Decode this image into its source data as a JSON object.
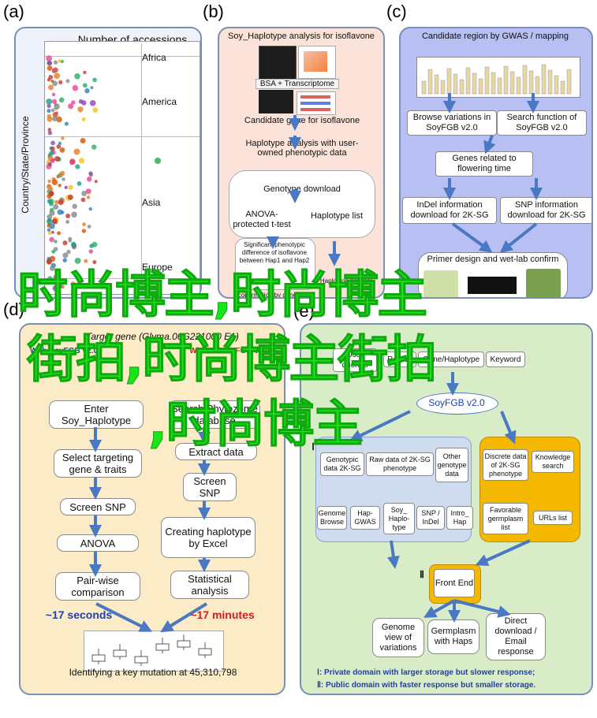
{
  "panel_labels": {
    "a": "(a)",
    "b": "(b)",
    "c": "(c)",
    "d": "(d)",
    "e": "(e)"
  },
  "panel_a": {
    "title": "Number of accessions",
    "ylabel": "Country/State/Province",
    "regions": [
      "Africa",
      "America",
      "Asia",
      "Europe"
    ]
  },
  "panel_b": {
    "title": "Soy_Haplotype analysis for isoflavone",
    "bsa": "BSA + Transcriptome",
    "candidate": "Candidate gene for isoflavone",
    "haplotype": "Haplotype analysis with user-owned phenotypic data",
    "genotype": "Genotype download",
    "anova": "ANOVA-protected t-test",
    "haplist": "Haplotype list",
    "significant": "Significant phenotypic difference of isoflavone between Hap1 and Hap2",
    "network": "Haplotype network",
    "confirm": "confirmation by gene transformation editing"
  },
  "panel_c": {
    "title": "Candidate region by GWAS / mapping",
    "browse": "Browse variations in SoyFGB v2.0",
    "search": "Search function of SoyFGB v2.0",
    "genes": "Genes related to flowering time",
    "indel": "InDel information download for 2K-SG",
    "snp": "SNP information download for 2K-SG",
    "primer": "Primer design and wet-lab confirm"
  },
  "panel_d": {
    "target": "Target gene (Glyma.06G221000 E1)",
    "with": "With SoyFGB v2.0",
    "without": "Without SoyFGB v2.0",
    "left_steps": [
      "Enter Soy_Haplotype",
      "Select targeting gene & traits",
      "Screen SNP",
      "ANOVA",
      "Pair-wise comparison"
    ],
    "right_steps": [
      "Search Phytozome database",
      "Extract data",
      "Screen SNP",
      "Creating haplotype by Excel",
      "Statistical analysis"
    ],
    "time_left": "~17 seconds",
    "time_right": "~17 minutes",
    "result": "Identifying a key mutation at 45,310,798"
  },
  "panel_e": {
    "user_queries": "User queries",
    "region": "Region",
    "gene_haplotype": "Gene/Haplotype",
    "keyword": "Keyword",
    "soyfgb": "SoyFGB v2.0",
    "roman1": "Ⅰ",
    "roman2": "Ⅱ",
    "genotypic": "Genotypic data 2K-SG",
    "rawdata": "Raw data of 2K-SG phenotype",
    "other": "Other genotype data",
    "discrete": "Discrete data of 2K-SG phenotype",
    "knowledge": "Knowledge search",
    "tools": [
      "Genome Browse",
      "Hap-GWAS",
      "Soy_ Haplo-type",
      "SNP / InDel",
      "Intro_ Hap"
    ],
    "favorable": "Favorable germplasm list",
    "urls": "URLs list",
    "frontend": "Front End",
    "outputs": [
      "Genome view of variations",
      "Germplasm with Haps",
      "Direct download / Email response"
    ],
    "legend1": "Ⅰ:  Private domain with larger storage but slower response;",
    "legend2": "Ⅱ: Public domain with faster response but smaller storage."
  },
  "overlay": {
    "line1": "时尚博主,时尚博主",
    "line2": "街拍,时尚博主街拍",
    "line3": ",时尚博主"
  },
  "colors": {
    "panel_a_bg": "#eef2fa",
    "panel_b_bg": "#fbe3d9",
    "panel_c_bg": "#b8bff2",
    "panel_d_bg": "#fbecc7",
    "panel_e_bg": "#d9ecc8",
    "arrow_blue": "#4a78c2",
    "overlay_green": "#19e619",
    "orange": "#f5b800",
    "red_text": "#d21e1e",
    "blue_text": "#1f3fae"
  }
}
